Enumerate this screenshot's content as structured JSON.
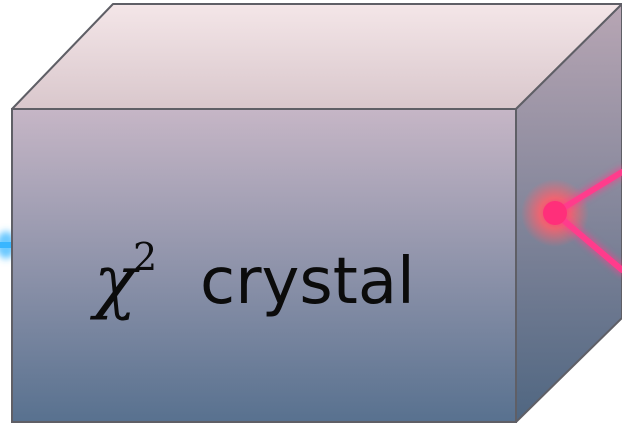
{
  "label": {
    "symbol": "χ",
    "exponent": "2",
    "word": "crystal"
  },
  "colors": {
    "top_face_light": "#f4e6e8",
    "top_face_dark": "#d9c7cc",
    "front_face_top": "#c6b6c6",
    "front_face_bottom": "#58718f",
    "side_face_top": "#b8a6b4",
    "side_face_bottom": "#4f6681",
    "edge": "#5f5f66",
    "input_beam": "#39b6ff",
    "output_beam": "#ff3c8c",
    "output_glow": "#ff5f6b"
  }
}
